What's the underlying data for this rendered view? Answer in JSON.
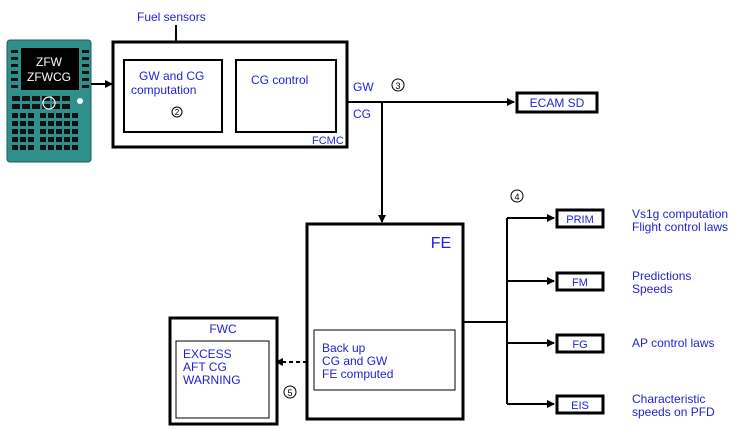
{
  "colors": {
    "label": "#1f1fd6",
    "line": "#000000",
    "mcdu_body": "#2f8f8a",
    "mcdu_screen": "#000000"
  },
  "mcdu": {
    "line1": "ZFW",
    "line2": "ZFWCG",
    "icon": "mcdu-keypad"
  },
  "sources": {
    "fuel_sensors": "Fuel sensors"
  },
  "fcmc": {
    "label": "FCMC",
    "gw_cg_box": {
      "line1": "GW and CG",
      "line2": "computation",
      "callout": "2"
    },
    "cg_control": "CG control",
    "out_gw": "GW",
    "out_cg": "CG",
    "callout_3": "3"
  },
  "ecam_sd": "ECAM SD",
  "fe": {
    "label": "FE",
    "backup": {
      "line1": "Back up",
      "line2": "CG and GW",
      "line3": "FE computed"
    }
  },
  "fwc": {
    "label": "FWC",
    "warning": {
      "line1": "EXCESS",
      "line2": "AFT CG",
      "line3": "WARNING"
    },
    "callout": "5"
  },
  "outputs_callout": "4",
  "outputs": [
    {
      "box": "PRIM",
      "line1": "Vs1g computation",
      "line2": "Flight control laws"
    },
    {
      "box": "FM",
      "line1": "Predictions",
      "line2": "Speeds"
    },
    {
      "box": "FG",
      "line1": "AP control laws",
      "line2": ""
    },
    {
      "box": "EIS",
      "line1": "Characteristic",
      "line2": "speeds on PFD"
    }
  ]
}
